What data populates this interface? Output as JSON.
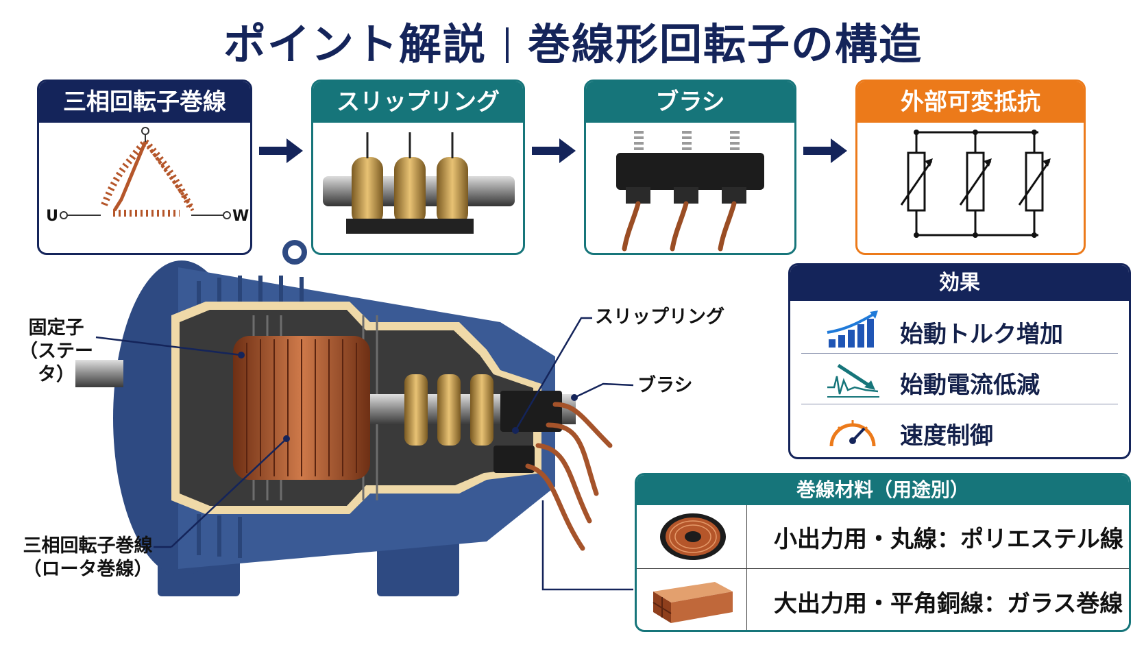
{
  "title": {
    "part1": "ポイント解説",
    "part2": "巻線形回転子の構造"
  },
  "flow": [
    {
      "label": "三相回転子巻線",
      "color": "#14245a",
      "terminal_left": "U",
      "terminal_right": "W"
    },
    {
      "label": "スリップリング",
      "color": "#16757a"
    },
    {
      "label": "ブラシ",
      "color": "#16757a"
    },
    {
      "label": "外部可変抵抗",
      "color": "#ec7a1a"
    }
  ],
  "motor_labels": {
    "stator_1": "固定子",
    "stator_2": "（ステータ）",
    "slip_ring": "スリップリング",
    "brush": "ブラシ",
    "rotor_1": "三相回転子巻線",
    "rotor_2": "（ロータ巻線）"
  },
  "effects": {
    "header": "効果",
    "items": [
      {
        "label": "始動トルク増加",
        "icon": "bar-chart-up-icon"
      },
      {
        "label": "始動電流低減",
        "icon": "current-down-icon"
      },
      {
        "label": "速度制御",
        "icon": "speedometer-icon"
      }
    ]
  },
  "materials": {
    "header": "巻線材料（用途別）",
    "items": [
      {
        "label": "小出力用・丸線：ポリエステル線",
        "icon": "wire-spool-icon"
      },
      {
        "label": "大出力用・平角銅線：ガラス巻線",
        "icon": "flat-copper-bar-icon"
      }
    ]
  },
  "colors": {
    "navy": "#14245a",
    "teal": "#16757a",
    "orange": "#ec7a1a",
    "copper": "#b5562a",
    "motor_blue": "#3a5a95"
  }
}
